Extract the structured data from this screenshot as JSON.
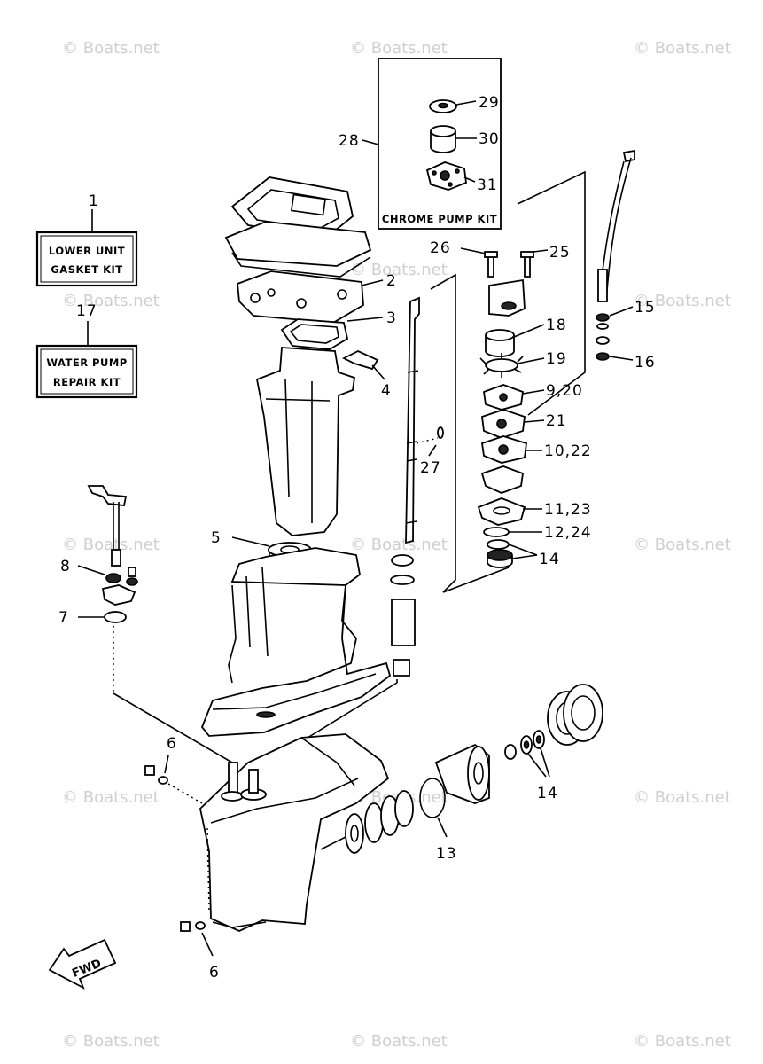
{
  "watermark_text": "© Boats.net",
  "kits": {
    "lower_unit_num": "1",
    "lower_unit_line1": "LOWER UNIT",
    "lower_unit_line2": "GASKET KIT",
    "water_pump_num": "17",
    "water_pump_line1": "WATER PUMP",
    "water_pump_line2": "REPAIR KIT",
    "chrome_pump_num": "28",
    "chrome_pump_label": "CHROME PUMP KIT"
  },
  "callouts": {
    "c2": "2",
    "c3": "3",
    "c4": "4",
    "c5": "5",
    "c6a": "6",
    "c6b": "6",
    "c7": "7",
    "c8": "8",
    "c13": "13",
    "c14a": "14",
    "c14b": "14",
    "c15": "15",
    "c16": "16",
    "c18": "18",
    "c19": "19",
    "c9_20": "9,20",
    "c21": "21",
    "c10_22": "10,22",
    "c11_23": "11,23",
    "c12_24": "12,24",
    "c25": "25",
    "c26": "26",
    "c27": "27",
    "c29": "29",
    "c30": "30",
    "c31": "31"
  },
  "fwd_label": "FWD"
}
